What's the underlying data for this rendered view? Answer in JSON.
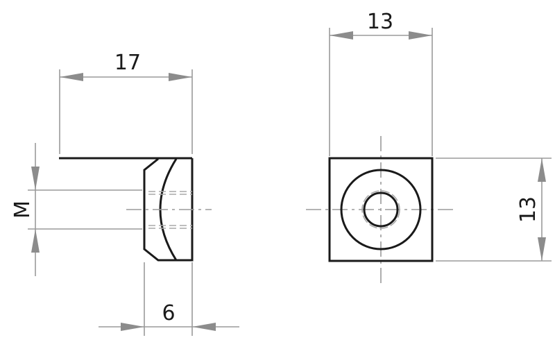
{
  "drawing": {
    "title": "Square nut technical drawing",
    "colors": {
      "outline": "#1a1a1a",
      "dimension": "#9a9a9a",
      "arrow": "#8c8c8c",
      "text": "#1a1a1a",
      "background": "#ffffff"
    },
    "side_view": {
      "dimensions": {
        "overall_length": "17",
        "thickness": "6",
        "thread_size": "M"
      }
    },
    "front_view": {
      "dimensions": {
        "width": "13",
        "height": "13"
      }
    }
  }
}
